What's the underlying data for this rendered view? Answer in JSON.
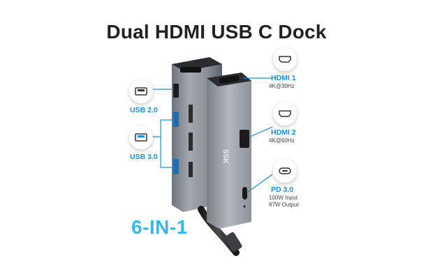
{
  "title": "Dual HDMI USB C Dock",
  "tagline": "6-IN-1",
  "brand_mark": "SSK",
  "ports_left": [
    {
      "name": "USB 2.0",
      "icon": "usb-a-icon"
    },
    {
      "name": "USB 3.0",
      "icon": "usb-a-icon"
    }
  ],
  "ports_right": [
    {
      "name": "HDMI 1",
      "spec": "4K@30Hz",
      "icon": "hdmi-icon"
    },
    {
      "name": "HDMI 2",
      "spec": "4K@60Hz",
      "icon": "hdmi-icon"
    },
    {
      "name": "PD 3.0",
      "spec_lines": [
        "100W Input",
        "87W Output"
      ],
      "icon": "usb-c-icon"
    }
  ],
  "colors": {
    "accent_blue": "#1e8fd8",
    "tagline_cyan": "#3ab7e8",
    "body_gray": "#8a8e95"
  }
}
